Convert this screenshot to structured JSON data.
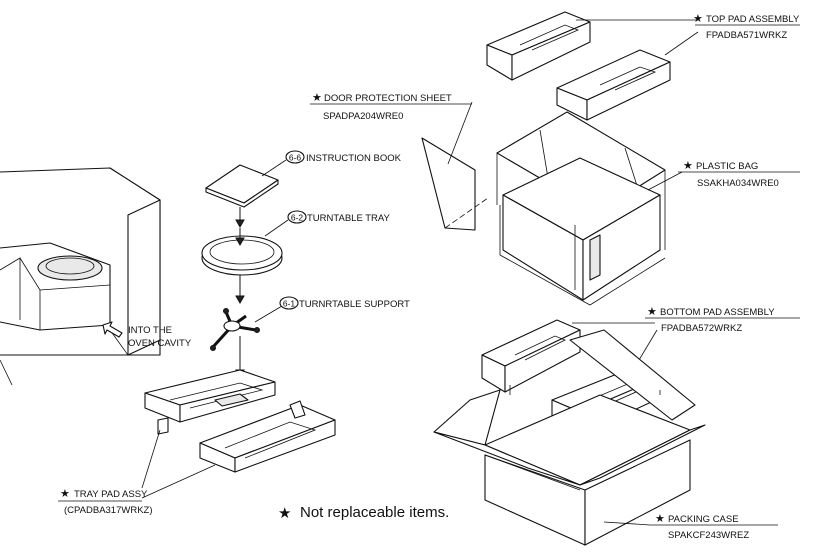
{
  "labels": {
    "top_pad": {
      "star": "★",
      "name": "TOP PAD ASSEMBLY",
      "part": "FPADBA571WRKZ"
    },
    "door_sheet": {
      "star": "★",
      "name": "DOOR PROTECTION SHEET",
      "part": "SPADPA204WRE0"
    },
    "plastic_bag": {
      "star": "★",
      "name": "PLASTIC BAG",
      "part": "SSAKHA034WRE0"
    },
    "instruction_book": {
      "ref": "6-6",
      "name": "INSTRUCTION BOOK"
    },
    "turntable_tray": {
      "ref": "6-2",
      "name": "TURNTABLE TRAY"
    },
    "turntable_support": {
      "ref": "6-1",
      "name": "TURNRTABLE SUPPORT"
    },
    "oven_cavity": {
      "line1": "INTO THE",
      "line2": "OVEN CAVITY"
    },
    "bottom_pad": {
      "star": "★",
      "name": "BOTTOM PAD ASSEMBLY",
      "part": "FPADBA572WRKZ"
    },
    "tray_pad": {
      "star": "★",
      "name": "TRAY PAD ASSY",
      "part": "(CPADBA317WRKZ)"
    },
    "packing_case": {
      "star": "★",
      "name": "PACKING CASE",
      "part": "SPAKCF243WREZ"
    }
  },
  "note": {
    "star": "★",
    "text": "Not replaceable items."
  }
}
